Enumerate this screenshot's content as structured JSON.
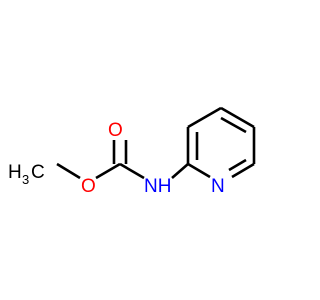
{
  "molecule": {
    "atoms": {
      "methyl_main": "H",
      "methyl_sub": "3",
      "methyl_tail": "C",
      "ester_oxygen": "O",
      "carbonyl_oxygen": "O",
      "amine": "NH",
      "ring_nitrogen": "N"
    },
    "colors": {
      "carbon_hydrogen": "#000000",
      "oxygen": "#ff0000",
      "nitrogen": "#0000ff",
      "bond": "#000000"
    }
  }
}
